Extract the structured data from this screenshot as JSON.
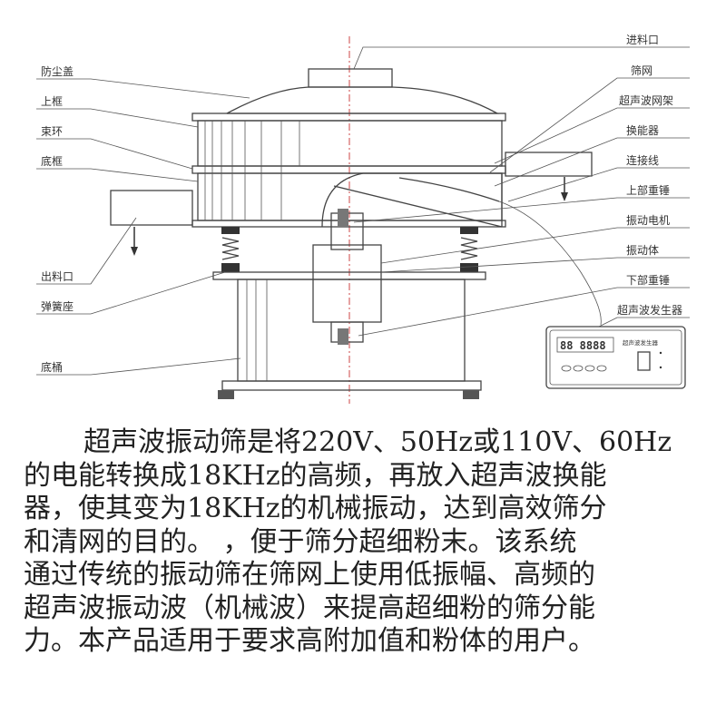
{
  "diagram": {
    "left_labels": [
      "防尘盖",
      "上框",
      "束环",
      "底框",
      "出料口",
      "弹簧座",
      "底桶"
    ],
    "right_labels": [
      "进料口",
      "筛网",
      "超声波网架",
      "换能器",
      "连接线",
      "上部重锤",
      "振动电机",
      "振动体",
      "下部重锤",
      "超声波发生器"
    ],
    "generator_panel": {
      "display": "88 8888",
      "title": "超声波发生器"
    }
  },
  "description": {
    "lines": [
      "超声波振动筛是将220V、50Hz或110V、60Hz",
      "的电能转换成18KHz的高频，再放入超声波换能",
      "器，使其变为18KHz的机械振动，达到高效筛分",
      "和清网的目的。 ，便于筛分超细粉末。该系统",
      "通过传统的振动筛在筛网上使用低振幅、高频的",
      "超声波振动波（机械波）来提高超细粉的筛分能",
      "力。本产品适用于要求高附加值和粉体的用户。"
    ]
  }
}
